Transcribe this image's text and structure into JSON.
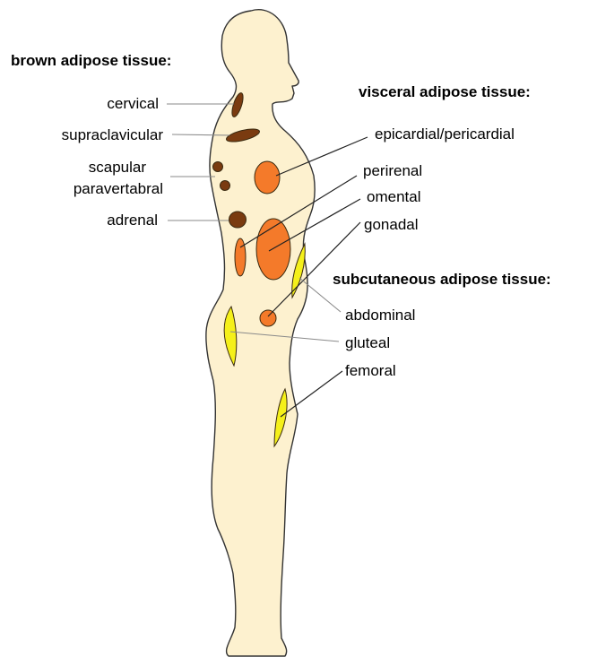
{
  "colors": {
    "skin": "#FDF1CF",
    "brown_fat": "#7A3B10",
    "visceral_fat": "#F47A2A",
    "subcutaneous_fat": "#F5F01A"
  },
  "groups": {
    "brown": {
      "heading": "brown adipose tissue:",
      "labels": {
        "cervical": "cervical",
        "supraclavicular": "supraclavicular",
        "scapular": "scapular",
        "paravertabral": "paravertabral",
        "adrenal": "adrenal"
      }
    },
    "visceral": {
      "heading": "visceral adipose tissue:",
      "labels": {
        "epicardial": "epicardial/pericardial",
        "perirenal": "perirenal",
        "omental": "omental",
        "gonadal": "gonadal"
      }
    },
    "subcutaneous": {
      "heading": "subcutaneous adipose tissue:",
      "labels": {
        "abdominal": "abdominal",
        "gluteal": "gluteal",
        "femoral": "femoral"
      }
    }
  }
}
